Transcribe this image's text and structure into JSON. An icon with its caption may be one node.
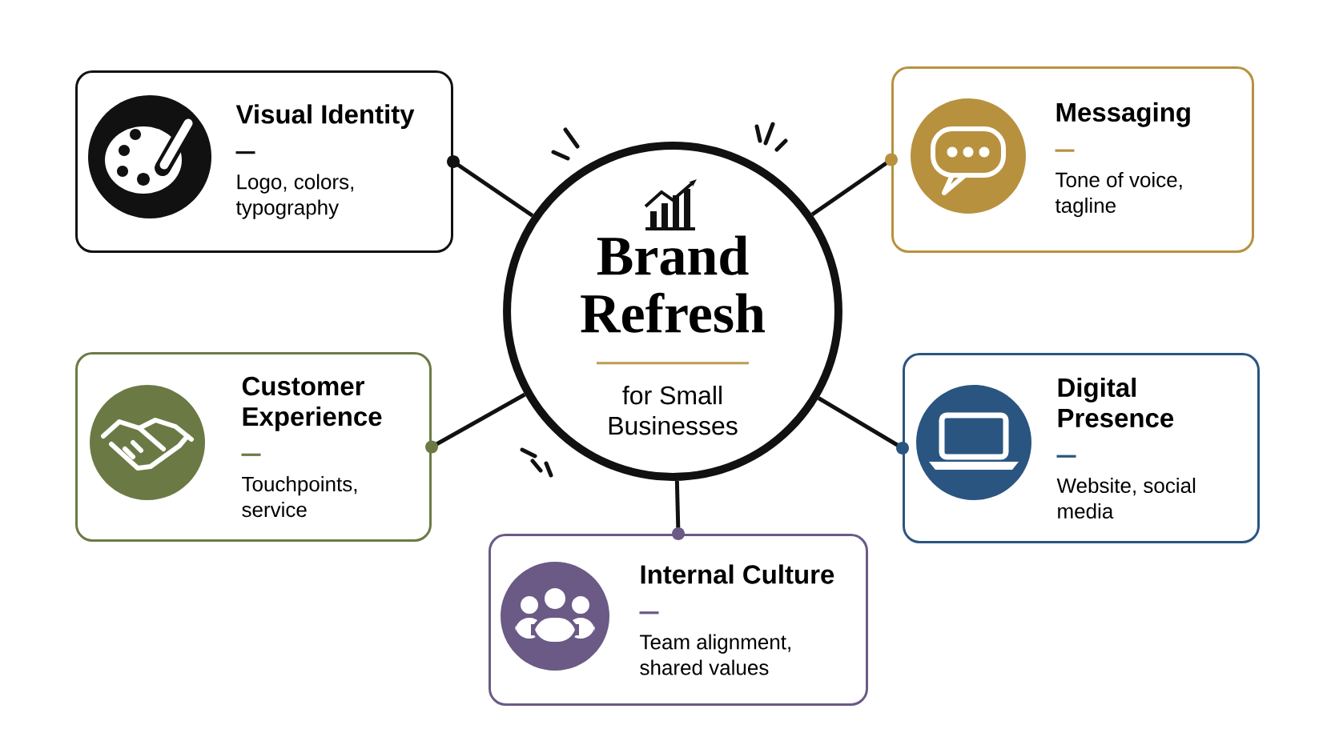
{
  "diagram": {
    "nodes": [
      {
        "text": [
          "Brand Refresh",
          "for Small Businesses"
        ]
      },
      {
        "text": [
          "Visual Identity",
          "Logo, colors, typography"
        ]
      },
      {
        "text": [
          "Messaging",
          "Tone of voice, tagline"
        ]
      },
      {
        "text": [
          "Customer Experience",
          "Touchpoints, service"
        ]
      },
      {
        "text": [
          "Digital Presence",
          "Website, social media"
        ]
      },
      {
        "text": [
          "Internal Culture",
          "Team alignment, shared values"
        ]
      }
    ],
    "edges": [
      {
        "from": 0,
        "to": 1,
        "arrow": "other"
      },
      {
        "from": 0,
        "to": 2,
        "arrow": "other"
      },
      {
        "from": 0,
        "to": 3,
        "arrow": "other"
      },
      {
        "from": 0,
        "to": 4,
        "arrow": "other"
      },
      {
        "from": 0,
        "to": 5,
        "arrow": "other"
      }
    ]
  }
}
